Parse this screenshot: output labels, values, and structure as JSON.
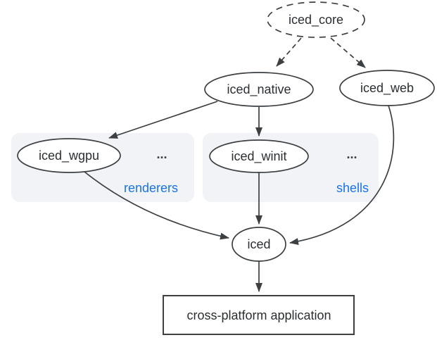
{
  "diagram": {
    "nodes": {
      "core": {
        "label": "iced_core",
        "shape": "ellipse-dashed"
      },
      "native": {
        "label": "iced_native",
        "shape": "ellipse"
      },
      "web": {
        "label": "iced_web",
        "shape": "ellipse"
      },
      "wgpu": {
        "label": "iced_wgpu",
        "shape": "ellipse"
      },
      "winit": {
        "label": "iced_winit",
        "shape": "ellipse"
      },
      "iced": {
        "label": "iced",
        "shape": "ellipse"
      },
      "app": {
        "label": "cross-platform application",
        "shape": "rectangle"
      }
    },
    "groups": {
      "renderers": {
        "label": "renderers",
        "more": "...",
        "contains": [
          "iced_wgpu"
        ]
      },
      "shells": {
        "label": "shells",
        "more": "...",
        "contains": [
          "iced_winit"
        ]
      }
    },
    "edges": [
      {
        "from": "iced_core",
        "to": "iced_native",
        "style": "dashed"
      },
      {
        "from": "iced_core",
        "to": "iced_web",
        "style": "dashed"
      },
      {
        "from": "iced_native",
        "to": "iced_wgpu",
        "style": "solid"
      },
      {
        "from": "iced_native",
        "to": "iced_winit",
        "style": "solid"
      },
      {
        "from": "iced_winit",
        "to": "iced",
        "style": "solid"
      },
      {
        "from": "iced_wgpu",
        "to": "iced",
        "style": "solid"
      },
      {
        "from": "iced_web",
        "to": "iced",
        "style": "solid"
      },
      {
        "from": "iced",
        "to": "cross-platform application",
        "style": "solid"
      }
    ],
    "colors": {
      "stroke": "#3c4043",
      "text": "#2b2f33",
      "group_label_blue": "#1a73e8",
      "group_fill": "#f1f3f7",
      "background": "#ffffff"
    }
  }
}
